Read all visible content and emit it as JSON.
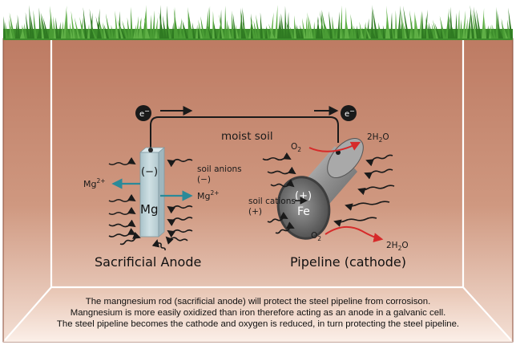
{
  "anode": {
    "sign": "(−)",
    "element": "Mg",
    "title": "Sacrificial Anode",
    "ion_left": "Mg",
    "ion_right": "Mg",
    "ion_charge": "2+",
    "soil_anions_label": "soil anions",
    "soil_anions_sign": "(−)"
  },
  "wire": {
    "electron_symbol": "e",
    "electron_charge": "−",
    "moist_soil_label": "moist soil"
  },
  "cathode": {
    "sign": "(+)",
    "element": "Fe",
    "title": "Pipeline (cathode)",
    "soil_cations_label": "soil cations",
    "soil_cations_sign": "(+)",
    "oxygen": "O",
    "oxygen_sub": "2",
    "water_prefix": "2H",
    "water_sub": "2",
    "water_suffix": "O"
  },
  "caption": {
    "line1": "The mangnesium rod (sacrificial anode) will protect the steel pipeline from corrosison.",
    "line2": "Mangnesium is more easily oxidized than iron therefore acting as an anode in a galvanic cell.",
    "line3": "The steel pipeline becomes the cathode and oxygen is reduced, in turn protecting the steel pipeline."
  },
  "colors": {
    "soil": "#c17f68",
    "soil_floor_light": "#f3ddd1",
    "grass": "#3a8a2a",
    "ion_arrow": "#2a8a99",
    "oxygen_arrow": "#d62a2a",
    "wire": "#1a1a1a",
    "pipe": "#8d8d8d",
    "anode_rod": "#b9ced4"
  }
}
